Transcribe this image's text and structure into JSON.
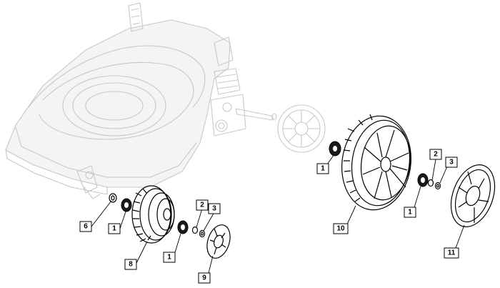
{
  "callouts": [
    {
      "id": "c6",
      "label": "6"
    },
    {
      "id": "c1a",
      "label": "1"
    },
    {
      "id": "c8",
      "label": "8"
    },
    {
      "id": "c1b",
      "label": "1"
    },
    {
      "id": "c2a",
      "label": "2"
    },
    {
      "id": "c3a",
      "label": "3"
    },
    {
      "id": "c9",
      "label": "9"
    },
    {
      "id": "c1c",
      "label": "1"
    },
    {
      "id": "c10",
      "label": "10"
    },
    {
      "id": "c1d",
      "label": "1"
    },
    {
      "id": "c2b",
      "label": "2"
    },
    {
      "id": "c3b",
      "label": "3"
    },
    {
      "id": "c11",
      "label": "11"
    }
  ],
  "colors": {
    "line": "#000000",
    "ghost": "#c8c8c8",
    "background": "#ffffff"
  }
}
